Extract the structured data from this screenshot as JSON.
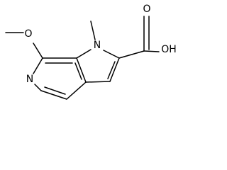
{
  "molecule": {
    "atoms": {
      "ring_nitrogen": "N",
      "pyridine_nitrogen": "N",
      "methoxy_oxygen": "O",
      "carbonyl_oxygen": "O",
      "hydroxyl_group": "OH"
    }
  }
}
